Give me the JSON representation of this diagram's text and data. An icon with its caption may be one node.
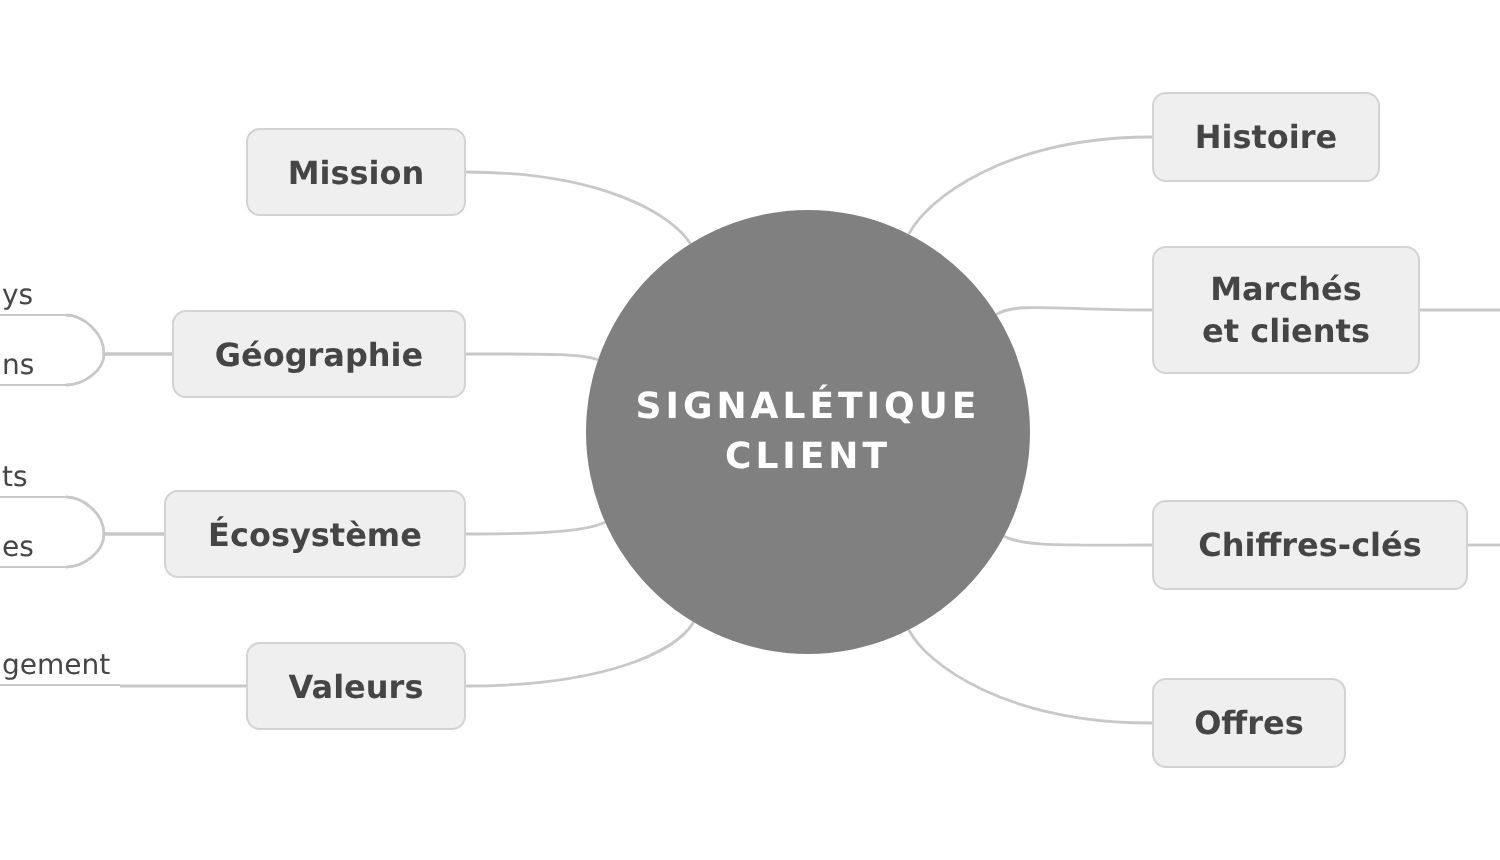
{
  "diagram": {
    "nodes": [
      {
        "text": [
          "SIGNALÉTIQUE CLIENT"
        ]
      },
      {
        "text": [
          "Mission"
        ]
      },
      {
        "text": [
          "Géographie"
        ]
      },
      {
        "text": [
          "ys"
        ]
      },
      {
        "text": [
          "ns"
        ]
      },
      {
        "text": [
          "Écosystème"
        ]
      },
      {
        "text": [
          "ts"
        ]
      },
      {
        "text": [
          "es"
        ]
      },
      {
        "text": [
          "Valeurs"
        ]
      },
      {
        "text": [
          "gement"
        ]
      },
      {
        "text": [
          "Histoire"
        ]
      },
      {
        "text": [
          "Marchés et clients"
        ]
      },
      {
        "text": [
          "Chiffres-clés"
        ]
      },
      {
        "text": [
          "Offres"
        ]
      }
    ],
    "edges": [
      {
        "from": 0,
        "to": 1,
        "arrow": "none"
      },
      {
        "from": 0,
        "to": 2,
        "arrow": "none"
      },
      {
        "from": 2,
        "to": 3,
        "arrow": "none"
      },
      {
        "from": 2,
        "to": 4,
        "arrow": "none"
      },
      {
        "from": 0,
        "to": 5,
        "arrow": "none"
      },
      {
        "from": 5,
        "to": 6,
        "arrow": "none"
      },
      {
        "from": 5,
        "to": 7,
        "arrow": "none"
      },
      {
        "from": 0,
        "to": 8,
        "arrow": "none"
      },
      {
        "from": 8,
        "to": 9,
        "arrow": "none"
      },
      {
        "from": 0,
        "to": 10,
        "arrow": "none"
      },
      {
        "from": 0,
        "to": 11,
        "arrow": "none"
      },
      {
        "from": 11,
        "to": null,
        "arrow": "none"
      },
      {
        "from": 0,
        "to": 12,
        "arrow": "none"
      },
      {
        "from": 12,
        "to": null,
        "arrow": "none"
      },
      {
        "from": 0,
        "to": 13,
        "arrow": "none"
      }
    ]
  }
}
